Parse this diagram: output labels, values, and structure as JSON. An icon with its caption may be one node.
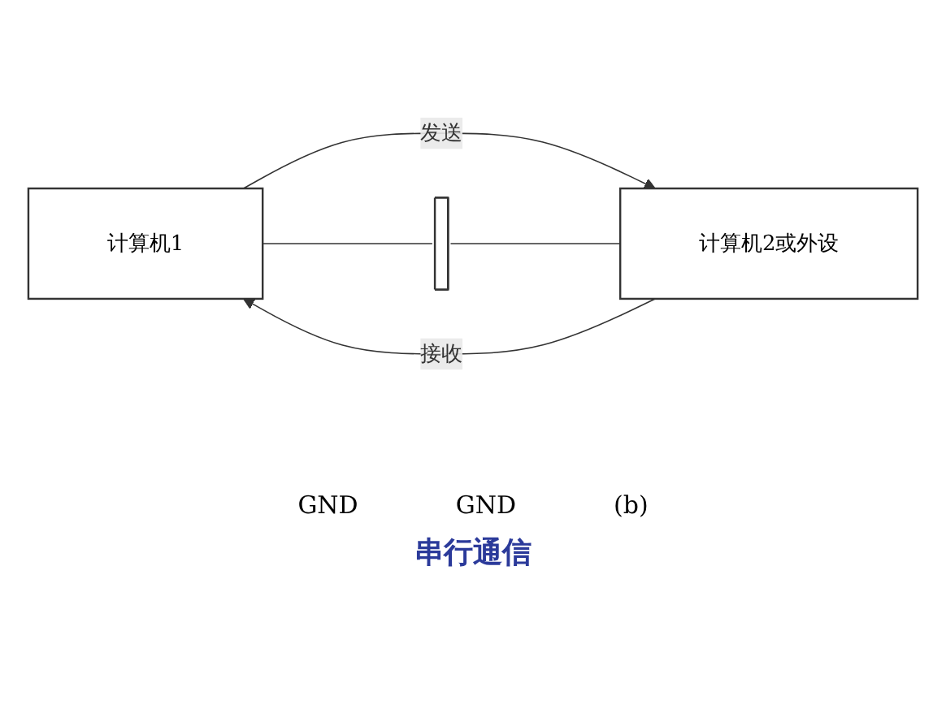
{
  "diagram": {
    "caption": "串行通信",
    "nodes": [
      {
        "text": [
          "计算机1"
        ]
      },
      {
        "text": [
          "计算机2或外设"
        ]
      },
      {
        "text": [],
        "shape": "ground"
      }
    ],
    "edges": [
      {
        "from": 0,
        "to": 1,
        "arrow": "to",
        "label": "发送"
      },
      {
        "from": 1,
        "to": 0,
        "arrow": "to",
        "label": "接收"
      },
      {
        "from": 0,
        "to": 2,
        "arrow": "none"
      },
      {
        "from": 2,
        "to": 1,
        "arrow": "none"
      }
    ],
    "labels": [
      "GND",
      "GND",
      "(b)"
    ]
  }
}
